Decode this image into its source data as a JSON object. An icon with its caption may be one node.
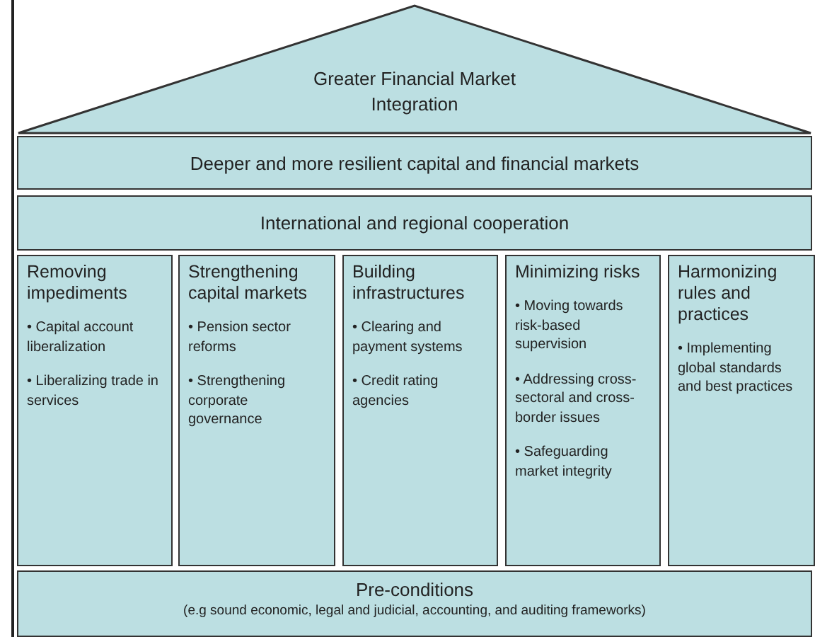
{
  "diagram": {
    "nodes": [
      {
        "text": [
          "Greater Financial Market Integration"
        ]
      },
      {
        "text": [
          "Deeper and more resilient capital and financial markets"
        ]
      },
      {
        "text": [
          "International and regional cooperation"
        ]
      },
      {
        "text": [
          "Removing impediments",
          "• Capital account liberalization",
          "• Liberalizing trade in services"
        ]
      },
      {
        "text": [
          "Strengthening capital markets",
          "• Pension sector reforms",
          "• Strengthening corporate governance"
        ]
      },
      {
        "text": [
          "Building infrastructures",
          "• Clearing and payment systems",
          "• Credit rating agencies"
        ]
      },
      {
        "text": [
          "Minimizing risks",
          "• Moving towards risk-based supervision",
          "• Addressing cross-sectoral and cross-border issues",
          "• Safeguarding market integrity"
        ]
      },
      {
        "text": [
          "Harmonizing rules and practices",
          "• Implementing global standards and best practices"
        ]
      },
      {
        "text": [
          "Pre-conditions",
          "(e.g sound economic, legal and judicial, accounting, and auditing frameworks)"
        ]
      }
    ]
  }
}
